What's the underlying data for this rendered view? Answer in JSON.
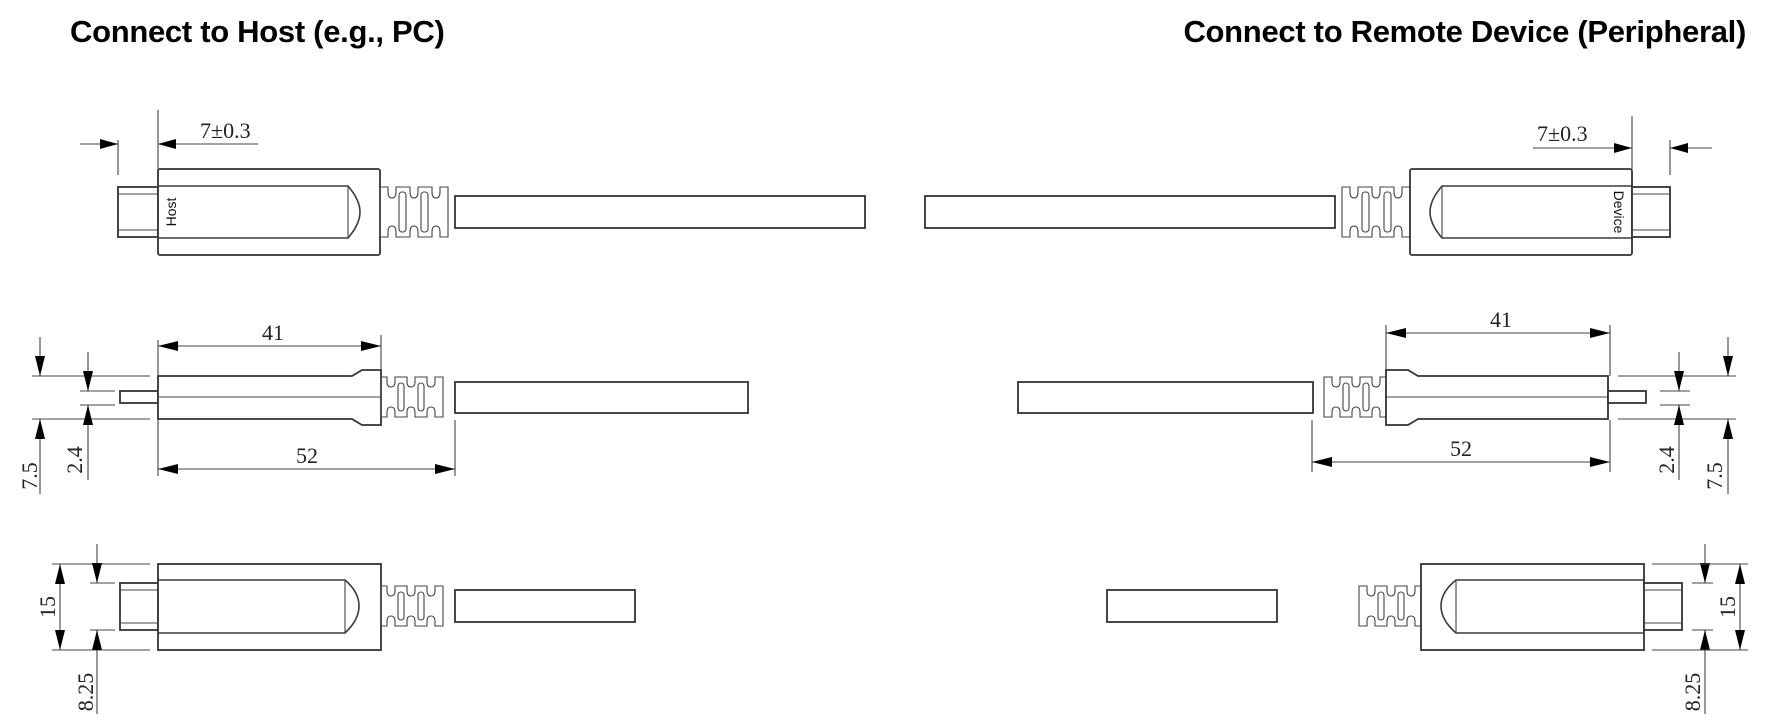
{
  "titles": {
    "host": "Connect to Host (e.g., PC)",
    "device": "Connect to Remote Device (Peripheral)"
  },
  "connector_labels": {
    "host": "Host",
    "device": "Device"
  },
  "dimensions": {
    "plug_length": "7±0.3",
    "housing_length": "41",
    "overall_length": "52",
    "housing_thickness": "7.5",
    "plug_thickness": "2.4",
    "housing_width": "15",
    "plug_offset": "8.25"
  },
  "views": [
    {
      "name": "top-view",
      "dims": [
        "7±0.3"
      ]
    },
    {
      "name": "side-view",
      "dims": [
        "41",
        "52",
        "7.5",
        "2.4"
      ]
    },
    {
      "name": "front-view",
      "dims": [
        "15",
        "8.25"
      ]
    }
  ]
}
